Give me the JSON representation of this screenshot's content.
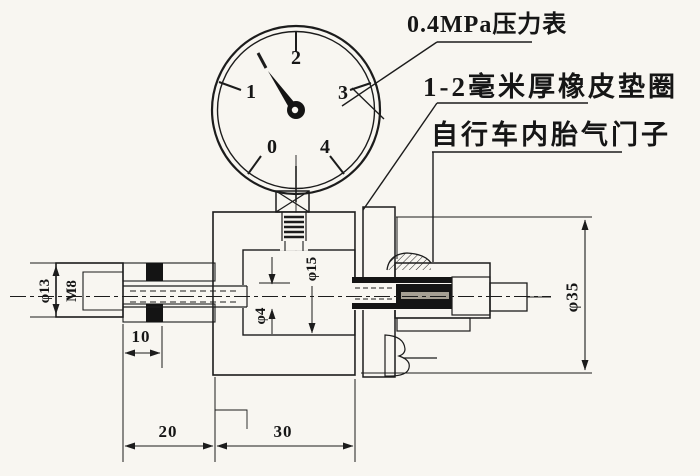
{
  "figure": {
    "kind": "engineering-cross-section-drawing",
    "subject": "pressure gauge test fixture with bicycle tube valve"
  },
  "colors": {
    "background": "#f8f6f1",
    "ink": "#1c1c1c",
    "rubber_core": "#141414",
    "rubber_stripe": "#a59f93"
  },
  "callouts": {
    "gauge": "0.4MPa压力表",
    "gasket": "1-2毫米厚橡皮垫圈",
    "valve": "自行车内胎气门子"
  },
  "dial": {
    "numbers": [
      "0",
      "1",
      "2",
      "3",
      "4"
    ]
  },
  "dims": {
    "phi13": "φ13",
    "m8": "M8",
    "d10": "10",
    "d20": "20",
    "d30": "30",
    "phi4": "φ4",
    "phi15": "φ15",
    "phi35": "φ35"
  }
}
